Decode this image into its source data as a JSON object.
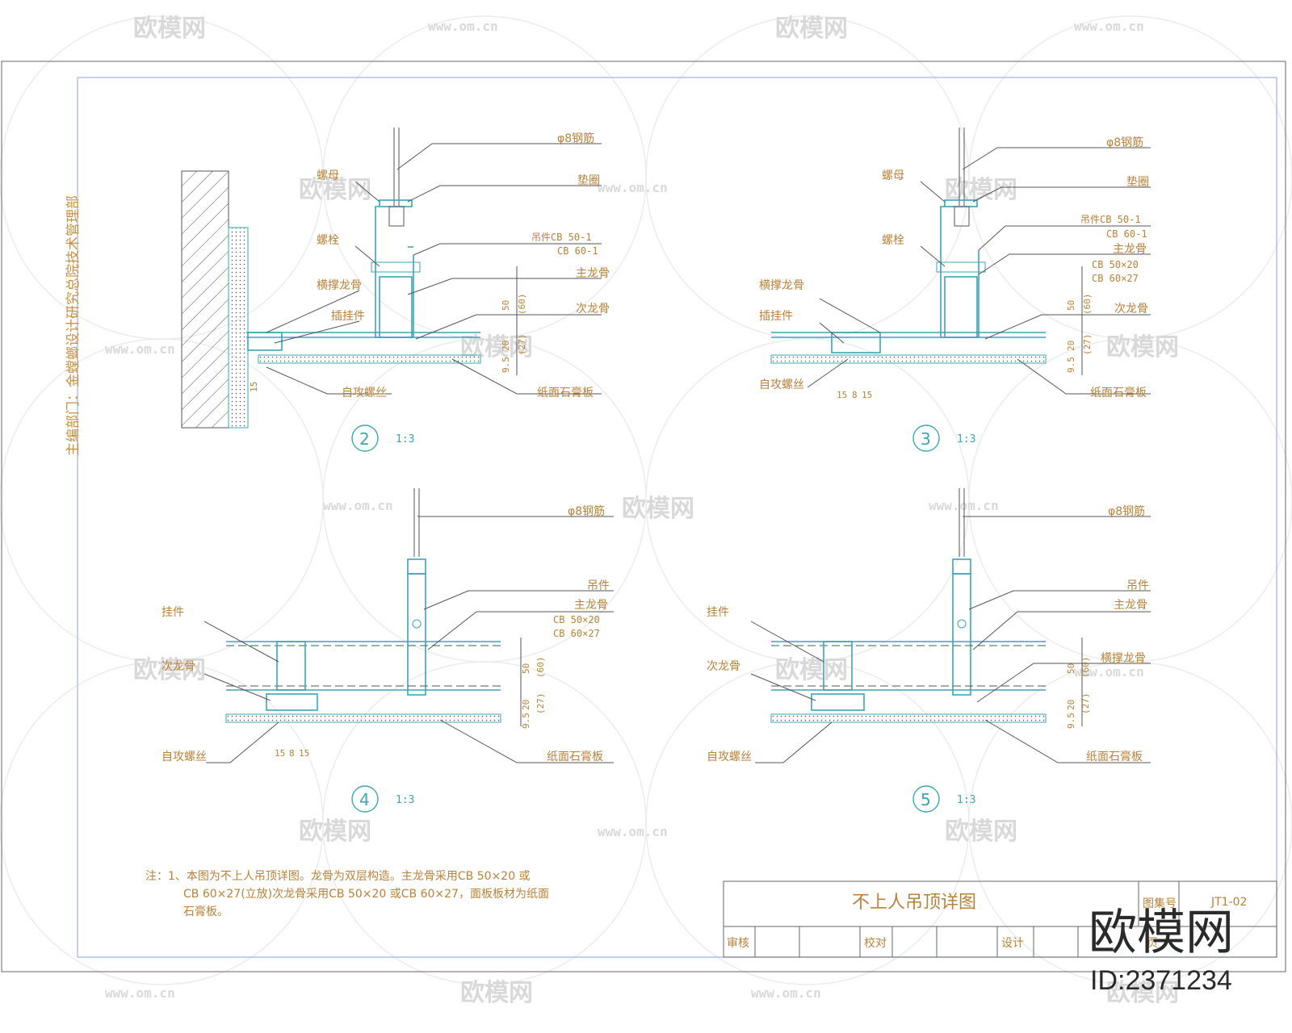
{
  "watermarks": {
    "brand": "欧模网",
    "url": "www.om.cn"
  },
  "side_text": "主编部门：金螳螂设计研究总院技术管理部",
  "details": [
    {
      "number": "2",
      "scale": "1:3",
      "labels": {
        "rebar": "φ8钢筋",
        "nut": "螺母",
        "washer": "垫圈",
        "bolt": "螺栓",
        "hanger": "吊件CB 50-1",
        "hanger2": "CB 60-1",
        "main_keel": "主龙骨",
        "brace_keel": "横撑龙骨",
        "insert": "插挂件",
        "secondary_keel": "次龙骨",
        "screw": "自攻螺丝",
        "board": "纸面石膏板"
      },
      "dims": [
        "50",
        "(60)",
        "20",
        "(27)",
        "9.5",
        "15"
      ]
    },
    {
      "number": "3",
      "scale": "1:3",
      "labels": {
        "rebar": "φ8钢筋",
        "nut": "螺母",
        "washer": "垫圈",
        "bolt": "螺栓",
        "hanger": "吊件CB 50-1",
        "hanger2": "CB 60-1",
        "main_keel": "主龙骨",
        "main_keel_spec1": "CB 50×20",
        "main_keel_spec2": "CB 60×27",
        "brace_keel": "横撑龙骨",
        "insert": "插挂件",
        "secondary_keel": "次龙骨",
        "screw": "自攻螺丝",
        "board": "纸面石膏板"
      },
      "dims": [
        "50",
        "(60)",
        "20",
        "(27)",
        "9.5",
        "15",
        "8",
        "15"
      ]
    },
    {
      "number": "4",
      "scale": "1:3",
      "labels": {
        "rebar": "φ8钢筋",
        "hanger": "吊件",
        "main_keel": "主龙骨",
        "main_keel_spec1": "CB 50×20",
        "main_keel_spec2": "CB 60×27",
        "clip": "挂件",
        "secondary_keel": "次龙骨",
        "screw": "自攻螺丝",
        "board": "纸面石膏板"
      },
      "dims": [
        "50",
        "(60)",
        "20",
        "(27)",
        "9.5",
        "15",
        "8",
        "15"
      ]
    },
    {
      "number": "5",
      "scale": "1:3",
      "labels": {
        "rebar": "φ8钢筋",
        "hanger": "吊件",
        "main_keel": "主龙骨",
        "clip": "挂件",
        "secondary_keel": "次龙骨",
        "brace_keel": "横撑龙骨",
        "screw": "自攻螺丝",
        "board": "纸面石膏板"
      },
      "dims": [
        "50",
        "(60)",
        "20",
        "(27)",
        "9.5"
      ]
    }
  ],
  "notes": {
    "line1": "注：1、本图为不上人吊顶详图。龙骨为双层构造。主龙骨采用CB 50×20 或",
    "line2": "CB 60×27(立放)次龙骨采用CB 50×20 或CB 60×27，面板板材为纸面",
    "line3": "石膏板。"
  },
  "title_block": {
    "title": "不上人吊顶详图",
    "atlas_label": "图集号",
    "atlas_no": "JT1-02",
    "review": "审核",
    "check": "校对",
    "design": "设计",
    "page_label": "页"
  },
  "logo": {
    "name": "欧模网",
    "id": "ID:2371234"
  },
  "colors": {
    "cyan": "#3aa6b3",
    "label": "#b8823a",
    "frame_blue": "#9bb5e0"
  }
}
